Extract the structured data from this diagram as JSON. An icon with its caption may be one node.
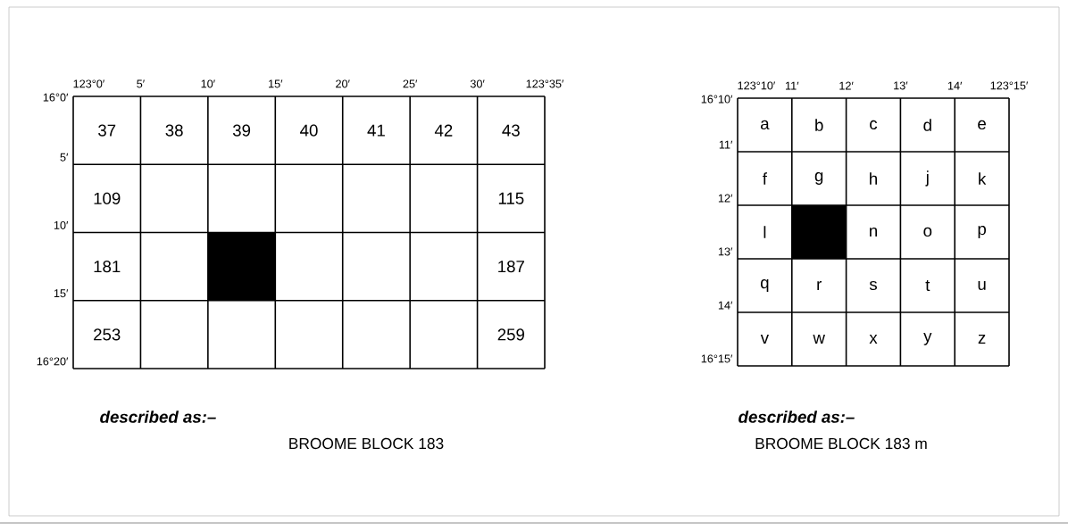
{
  "diagram": {
    "labels": [
      "123°0′",
      "5′",
      "10′",
      "15′",
      "20′",
      "25′",
      "30′",
      "123°35′",
      "16°0′",
      "5′",
      "10′",
      "15′",
      "16°20′",
      "37",
      "38",
      "39",
      "40",
      "41",
      "42",
      "43",
      "109",
      "115",
      "181",
      "187",
      "253",
      "259",
      "*described as:–*",
      "BROOME BLOCK 183",
      "123°10′",
      "11′",
      "12′",
      "13′",
      "14′",
      "123°15′",
      "16°10′",
      "11′",
      "12′",
      "13′",
      "14′",
      "16°15′",
      "a",
      "b",
      "c",
      "d",
      "e",
      "f",
      "g",
      "h",
      "j",
      "k",
      "l",
      "n",
      "o",
      "p",
      "q",
      "r",
      "s",
      "t",
      "u",
      "v",
      "w",
      "x",
      "y",
      "z",
      "*described as:–*",
      "BROOME BLOCK 183 m"
    ]
  }
}
